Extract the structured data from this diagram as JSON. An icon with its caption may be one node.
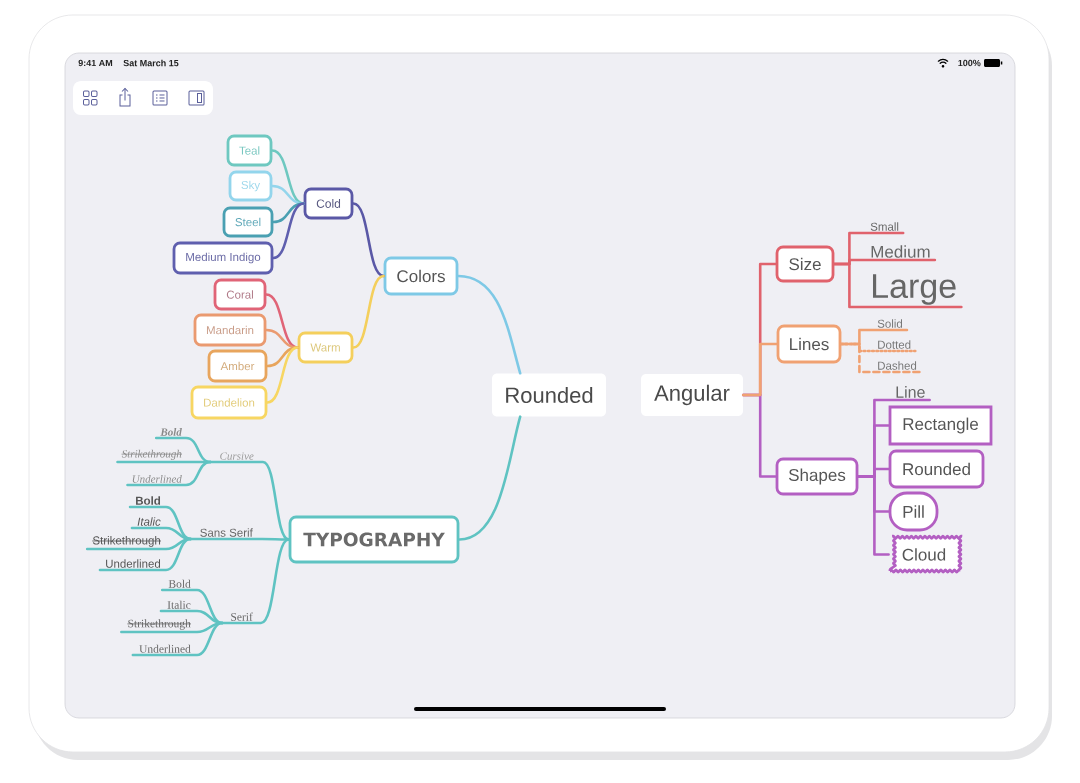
{
  "diagram": {
    "nodes": [
      {
        "text": [
          "Rounded"
        ]
      },
      {
        "text": [
          "Colors"
        ]
      },
      {
        "text": [
          "Cold"
        ]
      },
      {
        "text": [
          "Teal"
        ]
      },
      {
        "text": [
          "Sky"
        ]
      },
      {
        "text": [
          "Steel"
        ]
      },
      {
        "text": [
          "Medium Indigo"
        ]
      },
      {
        "text": [
          "Warm"
        ]
      },
      {
        "text": [
          "Coral"
        ]
      },
      {
        "text": [
          "Mandarin"
        ]
      },
      {
        "text": [
          "Amber"
        ]
      },
      {
        "text": [
          "Dandelion"
        ]
      },
      {
        "text": [
          "TYPOGRAPHY"
        ]
      },
      {
        "text": [
          "Cursive"
        ]
      },
      {
        "text": [
          "Bold"
        ]
      },
      {
        "text": [
          "Strikethrough"
        ]
      },
      {
        "text": [
          "Underlined"
        ]
      },
      {
        "text": [
          "Sans Serif"
        ]
      },
      {
        "text": [
          "Bold"
        ]
      },
      {
        "text": [
          "Italic"
        ]
      },
      {
        "text": [
          "Strikethrough"
        ]
      },
      {
        "text": [
          "Underlined"
        ]
      },
      {
        "text": [
          "Serif"
        ]
      },
      {
        "text": [
          "Bold"
        ]
      },
      {
        "text": [
          "Italic"
        ]
      },
      {
        "text": [
          "Strikethrough"
        ]
      },
      {
        "text": [
          "Underlined"
        ]
      },
      {
        "text": [
          "Angular"
        ]
      },
      {
        "text": [
          "Size"
        ]
      },
      {
        "text": [
          "Small"
        ]
      },
      {
        "text": [
          "Medium"
        ]
      },
      {
        "text": [
          "Large"
        ]
      },
      {
        "text": [
          "Lines"
        ]
      },
      {
        "text": [
          "Solid"
        ]
      },
      {
        "text": [
          "Dotted"
        ]
      },
      {
        "text": [
          "Dashed"
        ]
      },
      {
        "text": [
          "Shapes"
        ]
      },
      {
        "text": [
          "Line"
        ]
      },
      {
        "text": [
          "Rectangle"
        ]
      },
      {
        "text": [
          "Rounded"
        ]
      },
      {
        "text": [
          "Pill"
        ]
      },
      {
        "text": [
          "Cloud"
        ]
      }
    ],
    "edges": [
      {
        "from": 0,
        "to": 1,
        "arrow": "none",
        "color": "#7ec9e6"
      },
      {
        "from": 1,
        "to": 2,
        "arrow": "none",
        "color": "#5a58a6"
      },
      {
        "from": 2,
        "to": 3,
        "arrow": "none",
        "color": "#6ec8c0"
      },
      {
        "from": 2,
        "to": 4,
        "arrow": "none",
        "color": "#93d5ec"
      },
      {
        "from": 2,
        "to": 5,
        "arrow": "none",
        "color": "#4aa0b2"
      },
      {
        "from": 2,
        "to": 6,
        "arrow": "none",
        "color": "#5f5fae"
      },
      {
        "from": 1,
        "to": 7,
        "arrow": "none",
        "color": "#f4cf5c"
      },
      {
        "from": 7,
        "to": 8,
        "arrow": "none",
        "color": "#e06477"
      },
      {
        "from": 7,
        "to": 9,
        "arrow": "none",
        "color": "#ea9a70"
      },
      {
        "from": 7,
        "to": 10,
        "arrow": "none",
        "color": "#e8a55d"
      },
      {
        "from": 7,
        "to": 11,
        "arrow": "none",
        "color": "#f7d662"
      },
      {
        "from": 0,
        "to": 12,
        "arrow": "none"
      },
      {
        "from": 12,
        "to": 13,
        "arrow": "none"
      },
      {
        "from": 13,
        "to": 14,
        "arrow": "none"
      },
      {
        "from": 13,
        "to": 15,
        "arrow": "none"
      },
      {
        "from": 13,
        "to": 16,
        "arrow": "none"
      },
      {
        "from": 12,
        "to": 17,
        "arrow": "none"
      },
      {
        "from": 17,
        "to": 18,
        "arrow": "none"
      },
      {
        "from": 17,
        "to": 19,
        "arrow": "none"
      },
      {
        "from": 17,
        "to": 20,
        "arrow": "none"
      },
      {
        "from": 17,
        "to": 21,
        "arrow": "none"
      },
      {
        "from": 12,
        "to": 22,
        "arrow": "none"
      },
      {
        "from": 22,
        "to": 23,
        "arrow": "none"
      },
      {
        "from": 22,
        "to": 24,
        "arrow": "none"
      },
      {
        "from": 22,
        "to": 25,
        "arrow": "none"
      },
      {
        "from": 22,
        "to": 26,
        "arrow": "none"
      },
      {
        "from": 27,
        "to": 28,
        "arrow": "none",
        "color": "#e0626c"
      },
      {
        "from": 28,
        "to": 29,
        "arrow": "none",
        "color": "#e0626c"
      },
      {
        "from": 28,
        "to": 30,
        "arrow": "none",
        "color": "#e0626c"
      },
      {
        "from": 28,
        "to": 31,
        "arrow": "none",
        "color": "#e0626c"
      },
      {
        "from": 27,
        "to": 32,
        "arrow": "none",
        "color": "#f0a172"
      },
      {
        "from": 32,
        "to": 33,
        "arrow": "none",
        "color": "#f0a172"
      },
      {
        "from": 32,
        "to": 34,
        "arrow": "none",
        "color": "#f0a172",
        "style": "dashed"
      },
      {
        "from": 32,
        "to": 35,
        "arrow": "none",
        "color": "#f0a172",
        "style": "dashed"
      },
      {
        "from": 27,
        "to": 36,
        "arrow": "none",
        "color": "#b35fc2"
      },
      {
        "from": 36,
        "to": 37,
        "arrow": "none",
        "color": "#b35fc2"
      },
      {
        "from": 36,
        "to": 38,
        "arrow": "none",
        "color": "#b35fc2"
      },
      {
        "from": 36,
        "to": 39,
        "arrow": "none",
        "color": "#b35fc2"
      },
      {
        "from": 36,
        "to": 40,
        "arrow": "none",
        "color": "#b35fc2"
      },
      {
        "from": 36,
        "to": 41,
        "arrow": "none",
        "color": "#b35fc2"
      }
    ],
    "labels": [
      "9:41 AM",
      "Sat March 15",
      "100%"
    ]
  }
}
